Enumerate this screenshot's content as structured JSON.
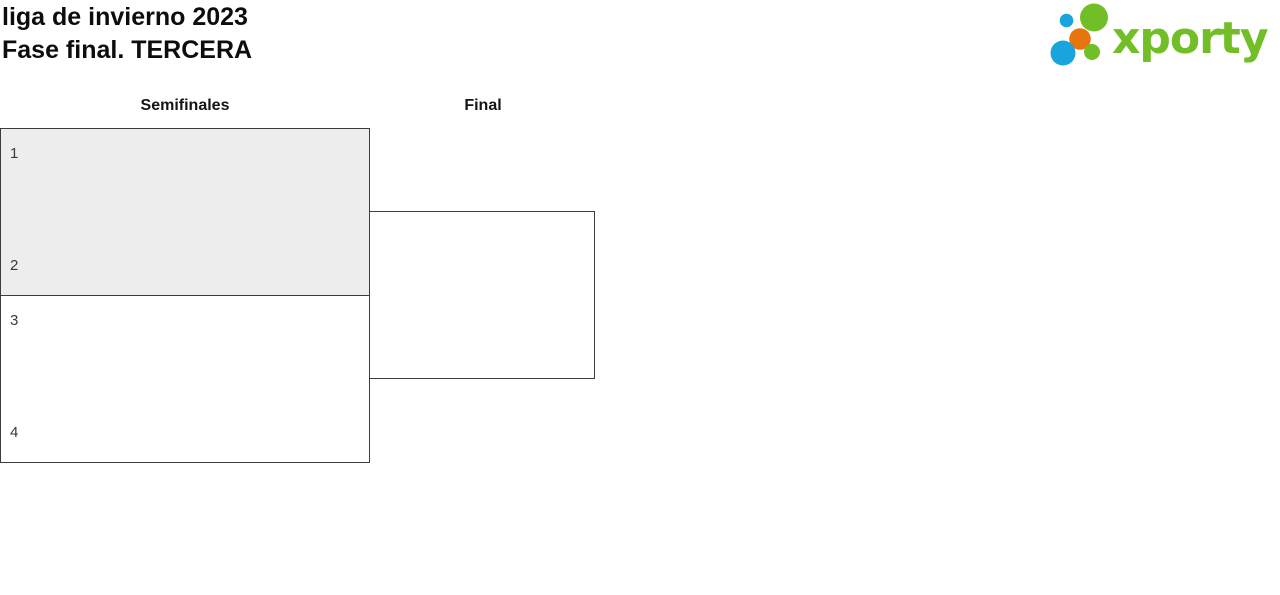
{
  "page": {
    "title_line1": "liga de invierno 2023",
    "title_line2": "Fase final. TERCERA"
  },
  "logo": {
    "wordmark": "xporty",
    "colors": {
      "green": "#72be26",
      "blue": "#18a4dc",
      "orange": "#e8740e"
    }
  },
  "bracket": {
    "round_headers": [
      {
        "label": "Semifinales"
      },
      {
        "label": "Final"
      }
    ],
    "semifinals": [
      {
        "slots": [
          {
            "seed": "1"
          },
          {
            "seed": "2"
          }
        ]
      },
      {
        "slots": [
          {
            "seed": "3"
          },
          {
            "seed": "4"
          }
        ]
      }
    ],
    "final": {
      "slots": []
    }
  },
  "colors": {
    "highlighted_match_bg": "#ededed",
    "box_border": "#3c3c3c",
    "text": "#111111"
  }
}
